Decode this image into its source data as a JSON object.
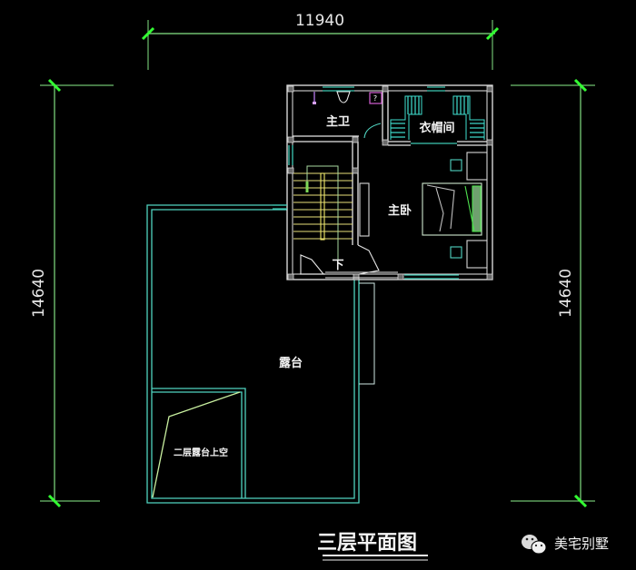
{
  "drawing": {
    "title": "三层平面图",
    "watermark": "美宅别墅",
    "watermark_icon": "wechat-icon",
    "background": "#000000"
  },
  "dimensions": {
    "top_width": "11940",
    "left_height": "14640",
    "right_height": "14640"
  },
  "rooms": {
    "master_bath": "主卫",
    "cloakroom": "衣帽间",
    "master_bedroom": "主卧",
    "stair_down": "下",
    "terrace": "露台",
    "void_below": "二层露台上空"
  },
  "colors": {
    "dimension_line": "#5fcf5f",
    "dimension_tick": "#33ff33",
    "wall": "#e6e6e6",
    "terrace_outline": "#4fd3c0",
    "window": "#3cc8b4",
    "stair": "#e8e07a",
    "stair_arrow": "#7ed957",
    "furniture": "#3fe0d0",
    "bed_green": "#4ee04e",
    "toilet_magenta": "#d45fd4"
  }
}
